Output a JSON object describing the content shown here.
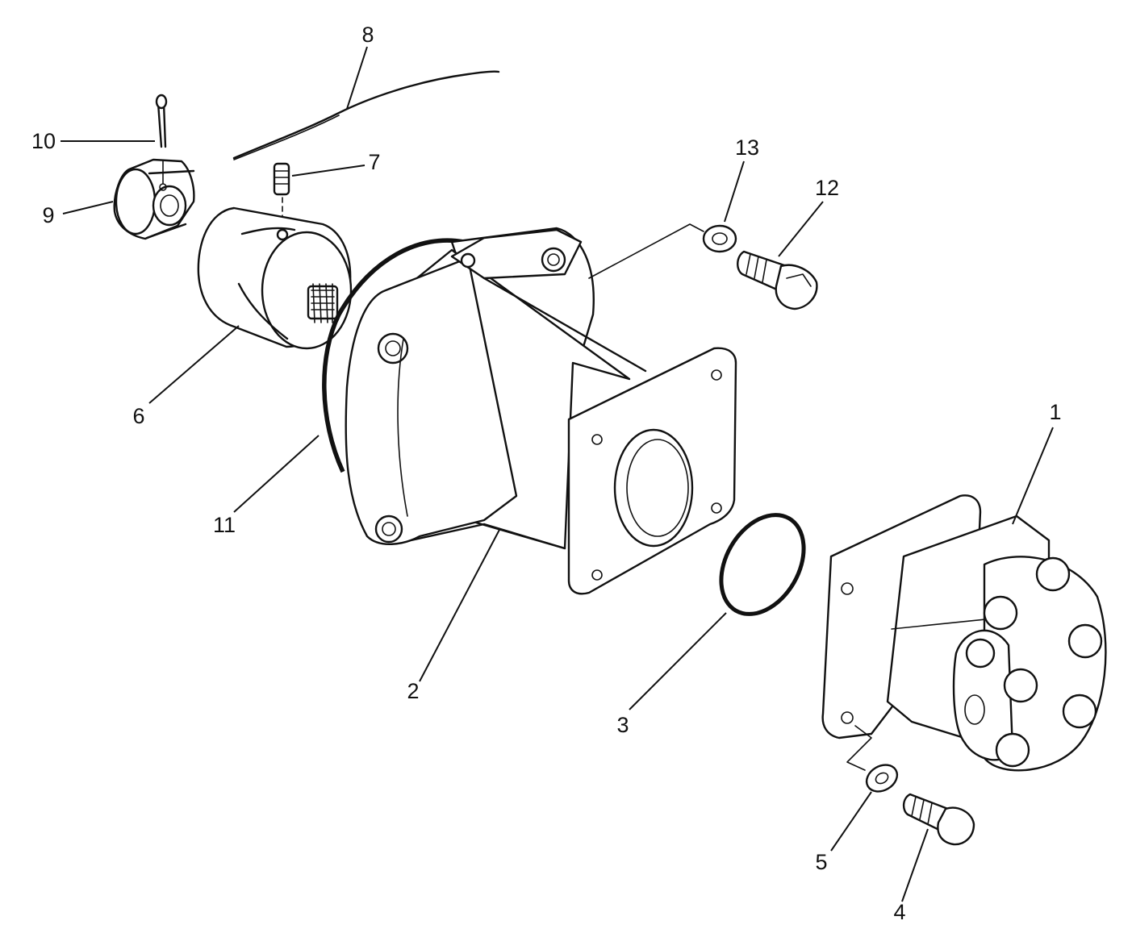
{
  "diagram": {
    "callouts": [
      {
        "id": "callout-1",
        "text": "1"
      },
      {
        "id": "callout-2",
        "text": "2"
      },
      {
        "id": "callout-3",
        "text": "3"
      },
      {
        "id": "callout-4",
        "text": "4"
      },
      {
        "id": "callout-5",
        "text": "5"
      },
      {
        "id": "callout-6",
        "text": "6"
      },
      {
        "id": "callout-7",
        "text": "7"
      },
      {
        "id": "callout-8",
        "text": "8"
      },
      {
        "id": "callout-9",
        "text": "9"
      },
      {
        "id": "callout-10",
        "text": "10"
      },
      {
        "id": "callout-11",
        "text": "11"
      },
      {
        "id": "callout-12",
        "text": "12"
      },
      {
        "id": "callout-13",
        "text": "13"
      }
    ],
    "line_color": "#111111",
    "background": "#ffffff"
  }
}
